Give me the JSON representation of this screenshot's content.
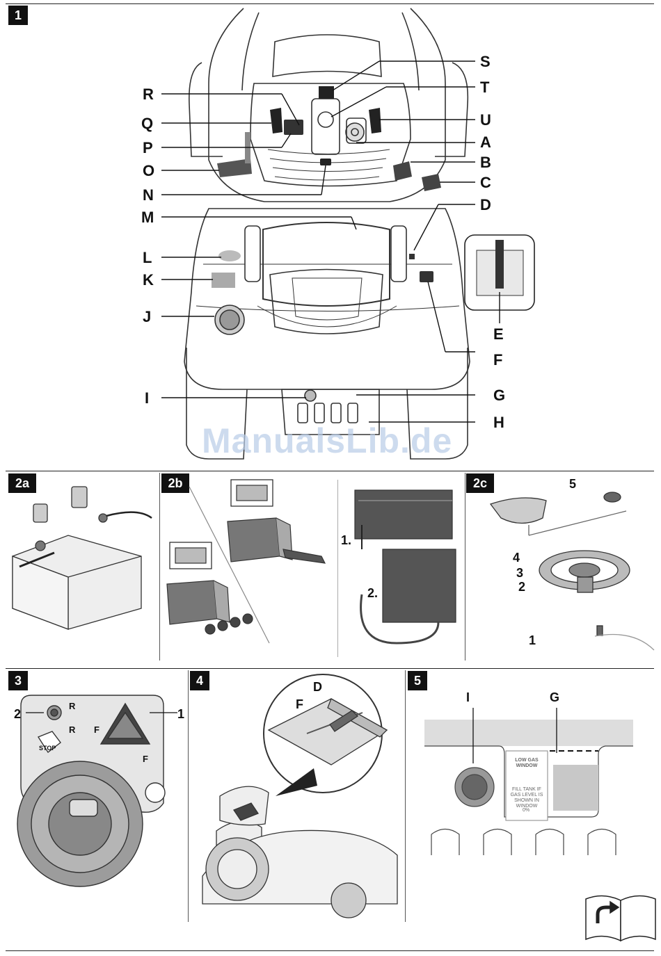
{
  "panels": {
    "p1": "1",
    "p2a": "2a",
    "p2b": "2b",
    "p2c": "2c",
    "p3": "3",
    "p4": "4",
    "p5": "5"
  },
  "fig1_labels": {
    "S": "S",
    "T": "T",
    "U": "U",
    "A": "A",
    "B": "B",
    "C": "C",
    "D": "D",
    "E": "E",
    "F": "F",
    "G": "G",
    "H": "H",
    "I": "I",
    "J": "J",
    "K": "K",
    "L": "L",
    "M": "M",
    "N": "N",
    "O": "O",
    "P": "P",
    "Q": "Q",
    "R": "R"
  },
  "fig2b_steps": {
    "step1": "1.",
    "step2": "2."
  },
  "fig2c_labels": {
    "n1": "1",
    "n2": "2",
    "n3": "3",
    "n4": "4",
    "n5": "5"
  },
  "fig3": {
    "n1": "1",
    "n2": "2",
    "row1": "R",
    "row2": "R",
    "row2_f": "F",
    "f_label": "F",
    "stop": "STOP"
  },
  "fig4_labels": {
    "D": "D",
    "F": "F"
  },
  "fig5": {
    "I": "I",
    "G": "G",
    "window_title": "LOW GAS WINDOW",
    "window_note": "FILL TANK IF GAS LEVEL IS SHOWN IN WINDOW",
    "percent": "0%"
  },
  "watermark": "ManualsLib.de",
  "icons": [
    "manual-return-icon",
    "battery-icon",
    "ignition-key-icon",
    "stop-icon",
    "fuel-icon"
  ]
}
